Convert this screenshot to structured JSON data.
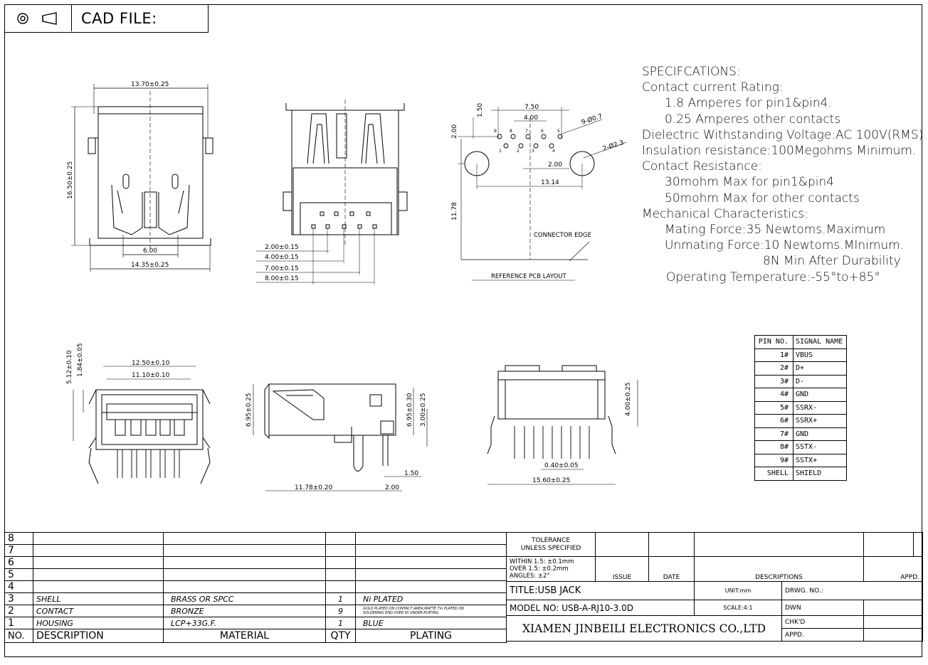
{
  "header": {
    "cad_label": "CAD FILE:",
    "icons": [
      "target-icon",
      "cone-icon"
    ]
  },
  "specs": {
    "lines": [
      "SPECIFCATIONS:",
      "Contact current Rating:",
      "    1.8 Amperes for pin1&pin4.",
      "    0.25 Amperes other contacts",
      "Dielectric Withstanding Voltage:AC 100V(RMS)",
      "Insulation resistance:100Megohms Minimum.",
      "Contact Resistance:",
      "    30mohm Max for pin1&pin4",
      "    50mohm Max for other contacts",
      "Mechanical Characteristics:",
      "    Mating Force:35 Newtoms.Maximum",
      "    Unmating Force:10 Newtoms.MInimum.",
      "                8N Min After Durability",
      "  Operating Temperature:-55°to+85°"
    ]
  },
  "pin_table": {
    "headers": [
      "PIN NO.",
      "SIGNAL NAME"
    ],
    "rows": [
      [
        "1#",
        "VBUS"
      ],
      [
        "2#",
        "D+"
      ],
      [
        "3#",
        "D-"
      ],
      [
        "4#",
        "GND"
      ],
      [
        "5#",
        "SSRX-"
      ],
      [
        "6#",
        "SSRX+"
      ],
      [
        "7#",
        "GND"
      ],
      [
        "8#",
        "SSTX-"
      ],
      [
        "9#",
        "SSTX+"
      ],
      [
        "SHELL",
        "SHIELD"
      ]
    ]
  },
  "drawing_labels": {
    "top_width": "13.70±0.25",
    "left_height": "16.50±0.25",
    "inner_width": "6.00",
    "bottom_width": "14.35±0.25",
    "pitch_1": "2.00±0.15",
    "pitch_2": "4.00±0.15",
    "pitch_3": "7.00±0.15",
    "pitch_4": "8.00±0.15",
    "pcb_750": "7.50",
    "pcb_400": "4.00",
    "pcb_150": "1.50",
    "pcb_200v": "2.00",
    "pcb_hole1": "9-Ø0.7",
    "pcb_hole2": "2-Ø2.3",
    "pcb_200h": "2.00",
    "pcb_1314": "13.14",
    "pcb_1178": "11.78",
    "connector_edge": "CONNECTOR EDGE",
    "ref_pcb": "REFERENCE PCB LAYOUT",
    "front_1250": "12.50±0.10",
    "front_1110": "11.10±0.10",
    "front_512": "5.12±0.10",
    "front_184": "1.84±0.05",
    "side_695a": "6.95±0.25",
    "side_695b": "6.95±0.30",
    "side_300": "3.00±0.25",
    "side_150": "1.50",
    "side_1178": "11.78±0.20",
    "side_200": "2.00",
    "rear_400": "4.00±0.25",
    "rear_040": "0.40±0.05",
    "rear_1560": "15.60±0.25",
    "pin_nums_top": [
      "9",
      "8",
      "7",
      "6",
      "5"
    ],
    "pin_nums_bot": [
      "1",
      "2",
      "3",
      "4"
    ]
  },
  "bom": {
    "row_numbers": [
      "8",
      "7",
      "6",
      "5",
      "4",
      "3",
      "2",
      "1"
    ],
    "rows": {
      "3": {
        "description": "SHELL",
        "material": "BRASS OR SPCC",
        "qty": "1",
        "plating": "Ni PLATED"
      },
      "2": {
        "description": "CONTACT",
        "material": "BRONZE",
        "qty": "9",
        "plating_line1": "GOLD PLATED ON CONTACT AREA,MATTE Tin PLATED ON",
        "plating_line2": "SOLDERING END OVER Ni UNDER-PLATING"
      },
      "1": {
        "description": "HOUSING",
        "material": "LCP+33G.F.",
        "qty": "1",
        "plating": "BLUE"
      }
    },
    "headers": {
      "no": "NO.",
      "description": "DESCRIPTION",
      "material": "MATERIAL",
      "qty": "QTY",
      "plating": "PLATING"
    }
  },
  "title_block": {
    "tolerance_1": "TOLERANCE",
    "tolerance_2": "UNLESS SPECIFIED",
    "within": "WITHIN 1.5: ±0.1mm",
    "over": "OVER 1.5:  ±0.2mm",
    "angles": "ANGLES: ±2°",
    "issue": "ISSUE",
    "date": "DATE",
    "descriptions": "DESCRIPTIONS",
    "appd": "APPD.",
    "title": "TITLE:USB JACK",
    "unit": "UNIT:mm",
    "drwg_no": "DRWG. NO.:",
    "model": "MODEL NO: USB-A-RJ10-3.0D",
    "scale": "SCALE:4:1",
    "dwn": "DWN",
    "chkd": "CHK'D",
    "company": "XIAMEN JINBEILI ELECTRONICS CO.,LTD",
    "appd2": "APPD."
  }
}
